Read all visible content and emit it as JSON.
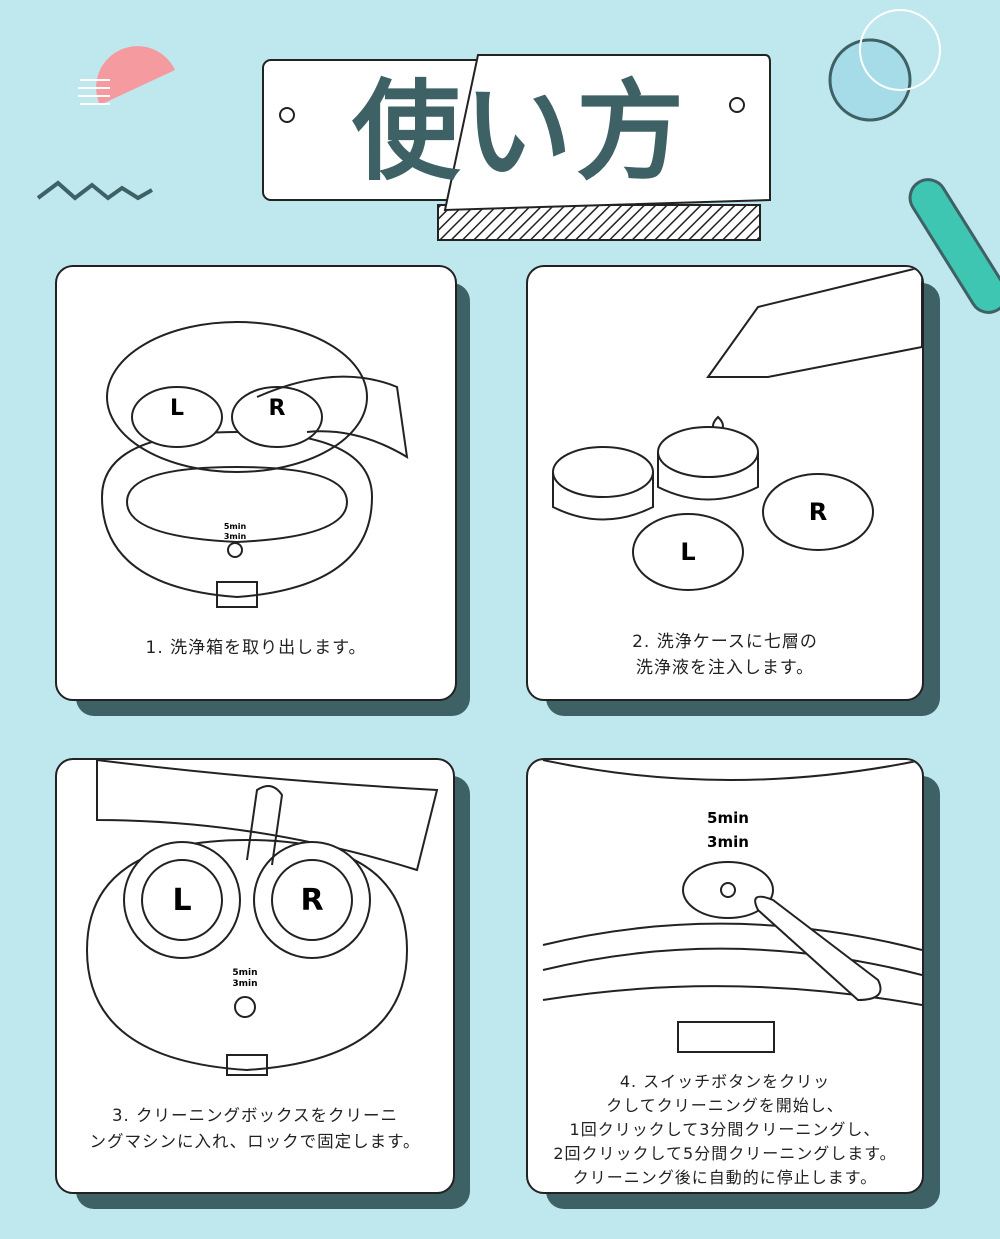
{
  "title": "使い方",
  "colors": {
    "background": "#bfe7ee",
    "shadow": "#3e6165",
    "title": "#3e6165",
    "accent_pink": "#f59a9f",
    "accent_teal": "#3fc6b3"
  },
  "lid_labels": {
    "left": "L",
    "right": "R"
  },
  "timer_labels": {
    "five": "5min",
    "three": "3min"
  },
  "steps": [
    {
      "lines": [
        "1. 洗浄箱を取り出します。"
      ]
    },
    {
      "lines": [
        "2. 洗浄ケースに七層の",
        "洗浄液を注入します。"
      ]
    },
    {
      "lines": [
        "3. クリーニングボックスをクリーニ",
        "ングマシンに入れ、ロックで固定します。"
      ]
    },
    {
      "lines": [
        "4. スイッチボタンをクリッ",
        "クしてクリーニングを開始し、",
        "1回クリックして3分間クリーニングし、",
        "2回クリックして5分間クリーニングします。",
        "クリーニング後に自動的に停止します。"
      ]
    }
  ]
}
